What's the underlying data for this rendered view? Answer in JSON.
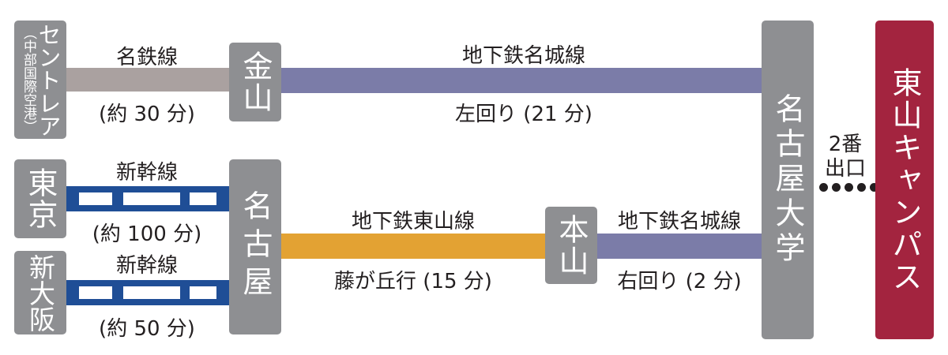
{
  "stations": {
    "centrair": {
      "name": "セントレア",
      "sub": "（中部国際空港）"
    },
    "tokyo": "東京",
    "shinosaka": "新大阪",
    "kanayama": "金山",
    "nagoya": "名古屋",
    "motoyama": "本山",
    "nagoya_univ": "名古屋大学",
    "campus": "東山キャンパス"
  },
  "routes": {
    "meitetsu": {
      "name": "名鉄線",
      "time": "(約 30 分)",
      "color": "#aaa1a0"
    },
    "shinkansen_tokyo": {
      "name": "新幹線",
      "time": "(約 100 分)",
      "color": "#1f4e96"
    },
    "shinkansen_osaka": {
      "name": "新幹線",
      "time": "(約 50 分)",
      "color": "#1f4e96"
    },
    "meijo_left": {
      "name": "地下鉄名城線",
      "time": "左回り (21 分)",
      "color": "#7b7ca8"
    },
    "higashiyama": {
      "name": "地下鉄東山線",
      "time": "藤が丘行 (15 分)",
      "color": "#e3a233"
    },
    "meijo_right": {
      "name": "地下鉄名城線",
      "time": "右回り (2 分)",
      "color": "#7b7ca8"
    }
  },
  "exit": {
    "line1": "2番",
    "line2": "出口"
  },
  "campus_color": "#a3243f"
}
